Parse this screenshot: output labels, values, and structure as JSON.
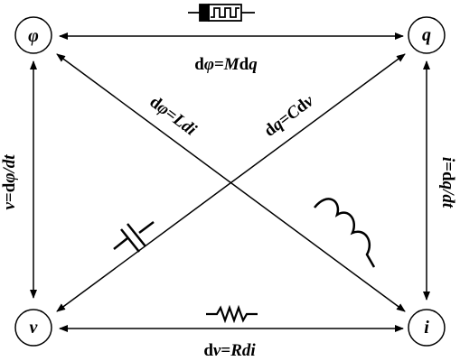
{
  "nodes": {
    "phi": "φ",
    "q": "q",
    "v": "v",
    "i": "i"
  },
  "relations": {
    "top": {
      "a": "d",
      "b": "φ",
      "c": "=",
      "d": "M",
      "e": "d",
      "f": "q"
    },
    "bottom": {
      "a": "d",
      "b": "v",
      "c": "=",
      "d": "R",
      "e": "di"
    },
    "left": {
      "a": "v",
      "b": "=d",
      "c": "φ",
      "d": "/",
      "e": "dt"
    },
    "right": {
      "a": "i",
      "b": "=d",
      "c": "q",
      "d": "/",
      "e": "dt"
    },
    "diag_inductor": {
      "a": "d",
      "b": "φ",
      "c": "=",
      "d": "L",
      "e": "di"
    },
    "diag_capacitor": {
      "a": "d",
      "b": "q",
      "c": "=",
      "d": "C",
      "e": "d",
      "f": "v"
    }
  },
  "icons": [
    "memristor-icon",
    "resistor-icon",
    "capacitor-icon",
    "inductor-icon"
  ]
}
